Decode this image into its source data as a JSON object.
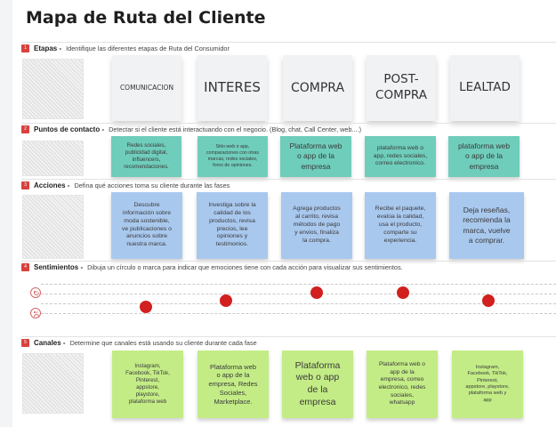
{
  "title": "Mapa de Ruta del Cliente",
  "rows": {
    "etapas": {
      "num": "1",
      "label": "Etapas -",
      "desc": "Identifique las diferentes etapas de Ruta del Consumidor"
    },
    "puntos": {
      "num": "2",
      "label": "Puntos de contacto -",
      "desc": "Detectar si el cliente está interactuando con el negocio. (Blog, chat, Call Center, web....)"
    },
    "acciones": {
      "num": "3",
      "label": "Acciones -",
      "desc": "Defina qué acciones toma su cliente durante las fases"
    },
    "sentimientos": {
      "num": "4",
      "label": "Sentimientos -",
      "desc": "Dibuja un círculo o marca para indicar que  emociones tiene con cada acción para visualizar sus sentimientos."
    },
    "canales": {
      "num": "5",
      "label": "Canales -",
      "desc": "Determine que canales está usando su cliente durante cada fase"
    }
  },
  "stages": [
    "COMUNICACION",
    "INTERES",
    "COMPRA",
    "POST-\nCOMPRA",
    "LEALTAD"
  ],
  "touchpoints": [
    "Redes sociales,\npublicidad digital,\ninfluencers,\nrecomendaciones.",
    "Sitio web o app,\ncomparaciones con otras\nmarcas, redes sociales,\nforos de opiniones.",
    "Plataforma web\no app de la\nempresa",
    "plataforma web o\napp, redes sociales,\ncorreo electronico.",
    "plataforma web\no app de la\nempresa"
  ],
  "actions": [
    "Descubre\ninformación sobre\nmoda sostenible,\nve publicaciones o\nanuncios sobre\nnuestra marca.",
    "Investiga sobre la\ncalidad de los\nproductos, revisa\nprecios, lee\nopiniones y\ntestimonios.",
    "Agrega productos\nal carrito, revisa\nmétodos de pago\ny envios, finaliza\nla compra.",
    "Recibe el paquete,\nevalúa la calidad,\nusa el producto,\ncomparte su\nexperiencia.",
    "Deja reseñas,\nrecomienda la\nmarca, vuelve\na comprar."
  ],
  "sentiment_levels": [
    0.25,
    0.5,
    0.85,
    0.85,
    0.5
  ],
  "channels": [
    "Instagram,\nFacebook, TikTok,\nPinterest,\nappstore,\nplaystore,\nplataforma web",
    "Plataforma web\no app de la\nempresa, Redes\nSociales,\nMarketplace.",
    "Plataforma\nweb o app\nde la\nempresa",
    "Plataforma web o\napp de la\nempresa, correo\nelectronico, redes\nsociales,\nwhatsapp",
    "Instagram,\nFacebook, TikTok,\nPinterest,\nappstore, playstore,\nplataforma web y\napp"
  ],
  "colors": {
    "accent": "#d8413d",
    "dot": "#d21f1f",
    "teal": "#6fcdbb",
    "blue": "#a9c8ee",
    "green": "#c3ec86"
  },
  "icons": {
    "happy": "happy-face-icon",
    "sad": "sad-face-icon"
  }
}
